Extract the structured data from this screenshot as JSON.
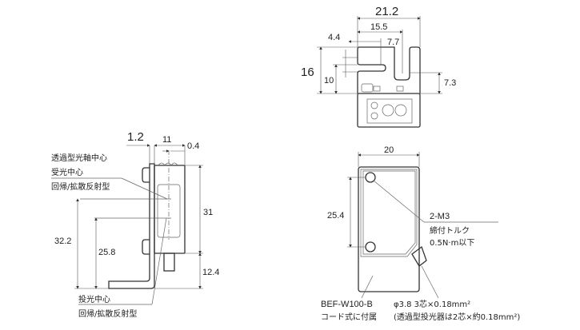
{
  "top_view": {
    "dims": {
      "width_total": "21.2",
      "width_slot": "15.5",
      "left_offset": "4.4",
      "hook_offset": "7.7",
      "height_total": "16",
      "height_hook": "10",
      "height_slot": "7.3"
    }
  },
  "side_view": {
    "dims": {
      "bracket_thickness": "1.2",
      "body_depth": "11",
      "axis_offset": "0.4",
      "body_height": "31",
      "cable_height": "12.4",
      "receiver_height": "32.2",
      "emitter_height": "25.8"
    },
    "labels": {
      "through_beam_axis": "透過型光軸中心",
      "receiver_center": "受光中心",
      "reflective_type_1": "回帰/拡散反射型",
      "emitter_center": "投光中心",
      "reflective_type_2": "回帰/拡散反射型"
    }
  },
  "front_view": {
    "dims": {
      "width": "20",
      "hole_pitch": "25.4"
    },
    "labels": {
      "screw": "2-M3",
      "torque_label": "締付トルク",
      "torque_value": "0.5N·m以下",
      "bracket_model": "BEF-W100-B",
      "bracket_note": "コード式に付属",
      "cable_spec": "φ3.8 3芯×0.18mm²",
      "cable_note": "(透過型投光器は2芯×約0.18mm²)"
    }
  }
}
